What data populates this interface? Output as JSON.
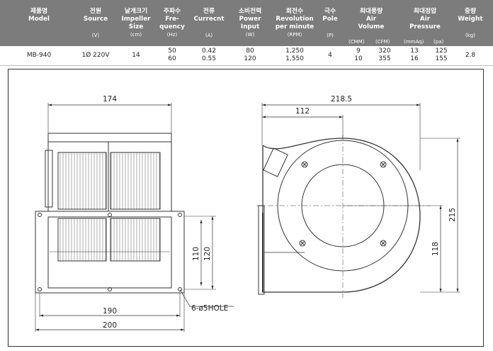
{
  "table": {
    "columns": [
      {
        "ko": "제품명",
        "en": "Model",
        "unit": ""
      },
      {
        "ko": "전원",
        "en": "Source",
        "unit": "(V)"
      },
      {
        "ko": "날개크기",
        "en": "Impeller\nSize",
        "unit": "(cm)"
      },
      {
        "ko": "주파수",
        "en": "Fre-\nquency",
        "unit": "(Hz)"
      },
      {
        "ko": "전류",
        "en": "Currecnt",
        "unit": "(A)"
      },
      {
        "ko": "소비전력",
        "en": "Power\nInput",
        "unit": "(W)"
      },
      {
        "ko": "회전수",
        "en": "Revolution\nper minute",
        "unit": "(RPM)"
      },
      {
        "ko": "극수",
        "en": "Pole",
        "unit": "(P)"
      },
      {
        "ko": "최대풍량",
        "en": "Air\nVolume",
        "unit": ""
      },
      {
        "ko": "최대정압",
        "en": "Air\nPressure",
        "unit": ""
      },
      {
        "ko": "중량",
        "en": "Weight",
        "unit": "(kg)"
      }
    ],
    "airflow_units": [
      "(CMM)",
      "(CFM)"
    ],
    "pressure_units": [
      "(mmAq)",
      "(pa)"
    ],
    "row": {
      "model": "MB-940",
      "source": "1Ø 220V",
      "impeller": "14",
      "freq": [
        "50",
        "60"
      ],
      "current": [
        "0.42",
        "0.55"
      ],
      "power": [
        "80",
        "120"
      ],
      "rpm": [
        "1,250",
        "1,550"
      ],
      "pole": "4",
      "cmm": [
        "9",
        "10"
      ],
      "cfm": [
        "320",
        "355"
      ],
      "mmaq": [
        "13",
        "16"
      ],
      "pa": [
        "125",
        "155"
      ],
      "weight": "2.8"
    }
  },
  "drawing": {
    "dims": {
      "front_width": "174",
      "side_width": "218.5",
      "side_offset": "112",
      "side_height": "215",
      "side_outlet": "118",
      "flange_110": "110",
      "flange_120": "120",
      "flange_190": "190",
      "flange_200": "200",
      "holes": "6-ø5HOLE"
    }
  }
}
